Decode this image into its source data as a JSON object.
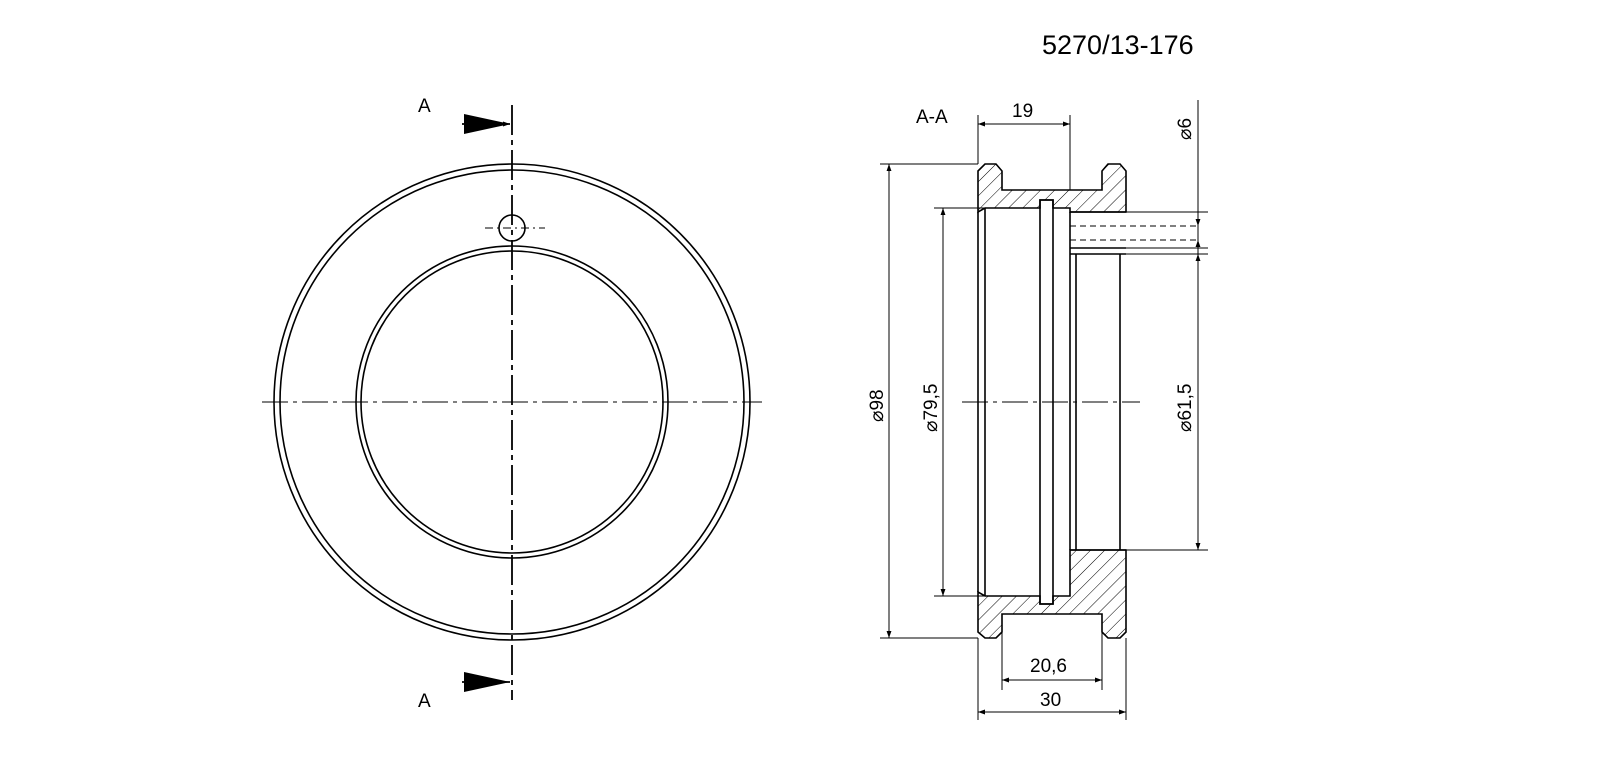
{
  "drawing": {
    "part_number": "5270/13-176",
    "section_marker_top": "A",
    "section_marker_bottom": "A",
    "section_title": "A-A",
    "dimensions": {
      "hub_width": "19",
      "hole_diameter": "⌀6",
      "outer_diameter": "⌀98",
      "bore_diameter": "⌀79,5",
      "inner_diameter": "⌀61,5",
      "groove_width": "20,6",
      "total_width": "30"
    }
  }
}
